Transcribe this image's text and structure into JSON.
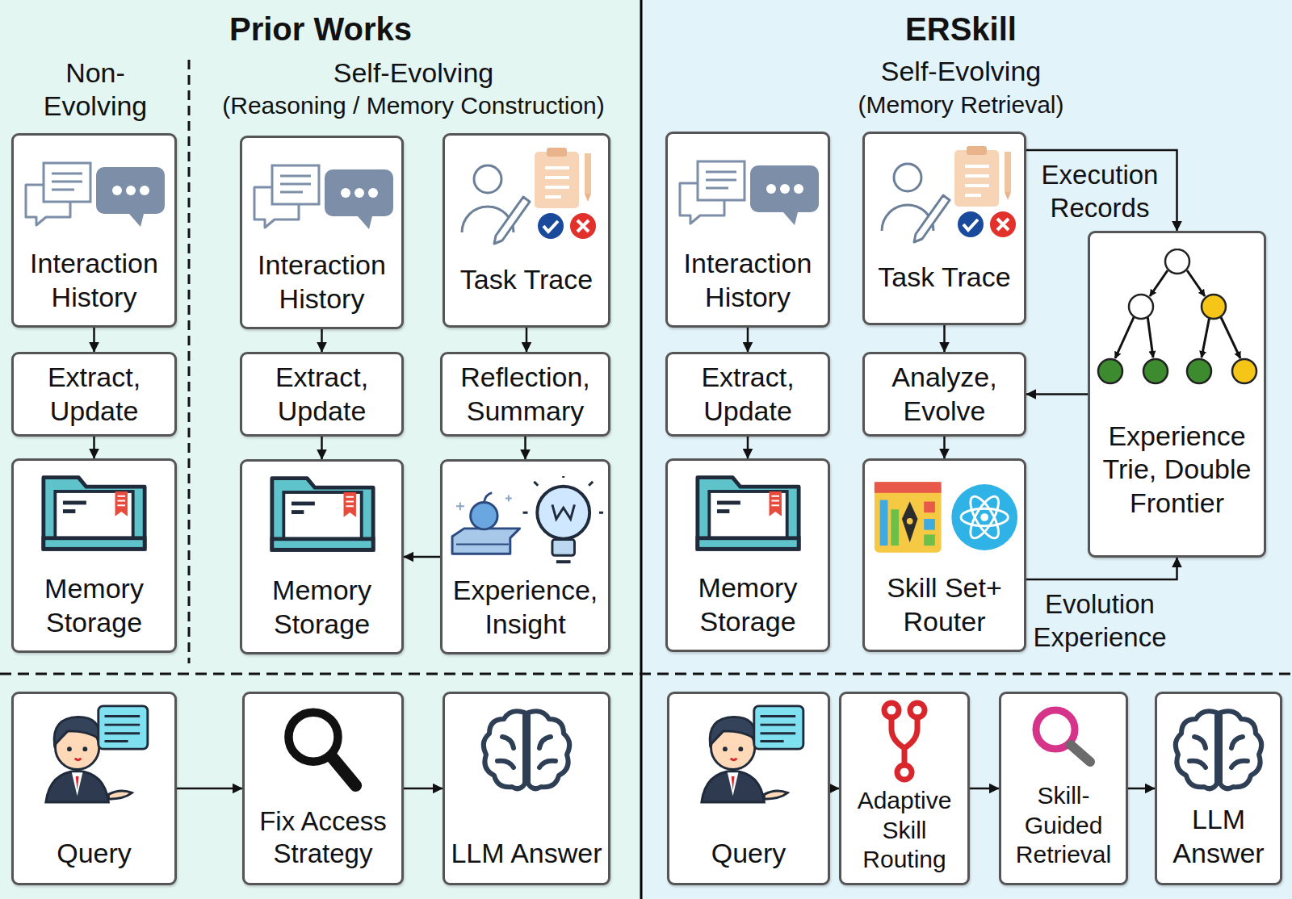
{
  "diagram": {
    "nodes": [
      {
        "text": [
          "Interaction History"
        ]
      },
      {
        "text": [
          "Extract, Update"
        ]
      },
      {
        "text": [
          "Memory Storage"
        ]
      },
      {
        "text": [
          "Interaction History"
        ]
      },
      {
        "text": [
          "Task Trace"
        ]
      },
      {
        "text": [
          "Extract, Update"
        ]
      },
      {
        "text": [
          "Reflection, Summary"
        ]
      },
      {
        "text": [
          "Memory Storage"
        ]
      },
      {
        "text": [
          "Experience, Insight"
        ]
      },
      {
        "text": [
          "Interaction History"
        ]
      },
      {
        "text": [
          "Task Trace"
        ]
      },
      {
        "text": [
          "Extract, Update"
        ]
      },
      {
        "text": [
          "Analyze, Evolve"
        ]
      },
      {
        "text": [
          "Memory Storage"
        ]
      },
      {
        "text": [
          "Skill Set+ Router"
        ]
      },
      {
        "text": [
          "Experience Trie, Double Frontier"
        ]
      },
      {
        "text": [
          "Query"
        ]
      },
      {
        "text": [
          "Fix Access Strategy"
        ]
      },
      {
        "text": [
          "LLM Answer"
        ]
      },
      {
        "text": [
          "Query"
        ]
      },
      {
        "text": [
          "Adaptive Skill Routing"
        ]
      },
      {
        "text": [
          "Skill-Guided Retrieval"
        ]
      },
      {
        "text": [
          "LLM Answer"
        ]
      }
    ],
    "edges": [
      {
        "from": 0,
        "to": 1,
        "arrow": "to"
      },
      {
        "from": 1,
        "to": 2,
        "arrow": "to"
      },
      {
        "from": 3,
        "to": 5,
        "arrow": "to"
      },
      {
        "from": 5,
        "to": 7,
        "arrow": "to"
      },
      {
        "from": 4,
        "to": 6,
        "arrow": "to"
      },
      {
        "from": 6,
        "to": 8,
        "arrow": "to"
      },
      {
        "from": 8,
        "to": 7,
        "arrow": "to"
      },
      {
        "from": 9,
        "to": 11,
        "arrow": "to"
      },
      {
        "from": 11,
        "to": 13,
        "arrow": "to"
      },
      {
        "from": 10,
        "to": 12,
        "arrow": "to"
      },
      {
        "from": 12,
        "to": 14,
        "arrow": "to"
      },
      {
        "from": 10,
        "to": 15,
        "label": "Execution Records",
        "arrow": "to"
      },
      {
        "from": 15,
        "to": 12,
        "arrow": "to"
      },
      {
        "from": 14,
        "to": 15,
        "label": "Evolution Experience",
        "arrow": "to"
      },
      {
        "from": 16,
        "to": 17,
        "arrow": "to"
      },
      {
        "from": 17,
        "to": 18,
        "arrow": "to"
      },
      {
        "from": 19,
        "to": 20,
        "arrow": "to"
      },
      {
        "from": 20,
        "to": 21,
        "arrow": "to"
      },
      {
        "from": 21,
        "to": 22,
        "arrow": "to"
      }
    ],
    "labels": [
      "Prior Works",
      "Non-Evolving",
      "Self-Evolving",
      "(Reasoning / Memory Construction)",
      "ERSkill",
      "Self-Evolving",
      "(Memory Retrieval)"
    ]
  }
}
